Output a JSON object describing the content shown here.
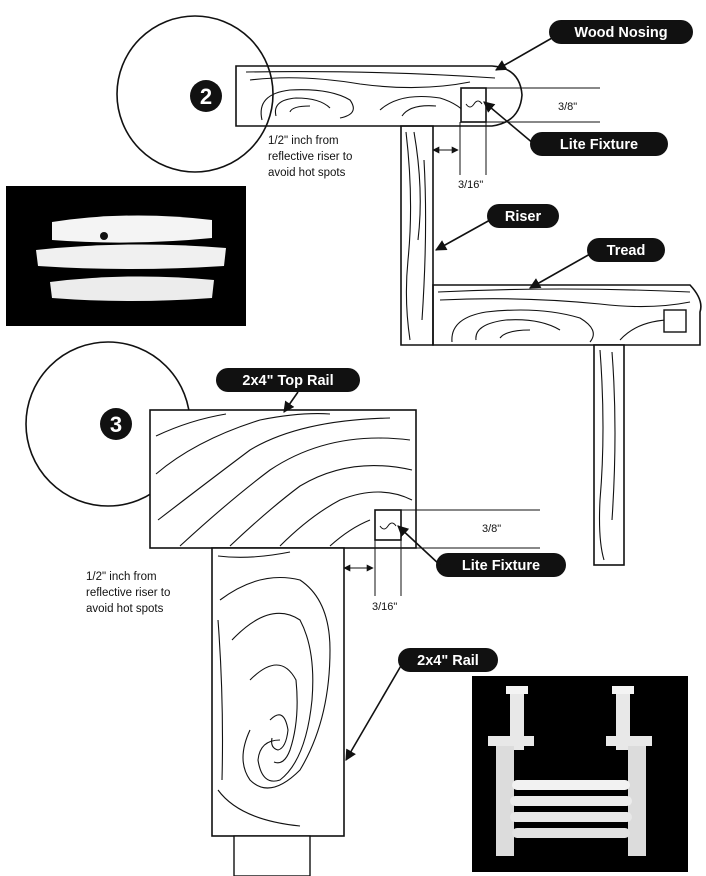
{
  "figure_2": {
    "number": "2",
    "labels": {
      "wood_nosing": "Wood Nosing",
      "lite_fixture": "Lite Fixture",
      "riser": "Riser",
      "tread": "Tread"
    },
    "dimensions": {
      "height": "3/8\"",
      "width": "3/16\""
    },
    "note": [
      "1/2\" inch from",
      "reflective riser to",
      "avoid hot spots"
    ]
  },
  "figure_3": {
    "number": "3",
    "labels": {
      "top_rail": "2x4\" Top Rail",
      "lite_fixture": "Lite Fixture",
      "rail": "2x4\" Rail"
    },
    "dimensions": {
      "height": "3/8\"",
      "width": "3/16\""
    },
    "note": [
      "1/2\" inch from",
      "reflective riser to",
      "avoid hot spots"
    ]
  },
  "colors": {
    "ink": "#111111",
    "label_bg": "#111111",
    "label_text": "#ffffff",
    "photo_bg": "#000000"
  }
}
